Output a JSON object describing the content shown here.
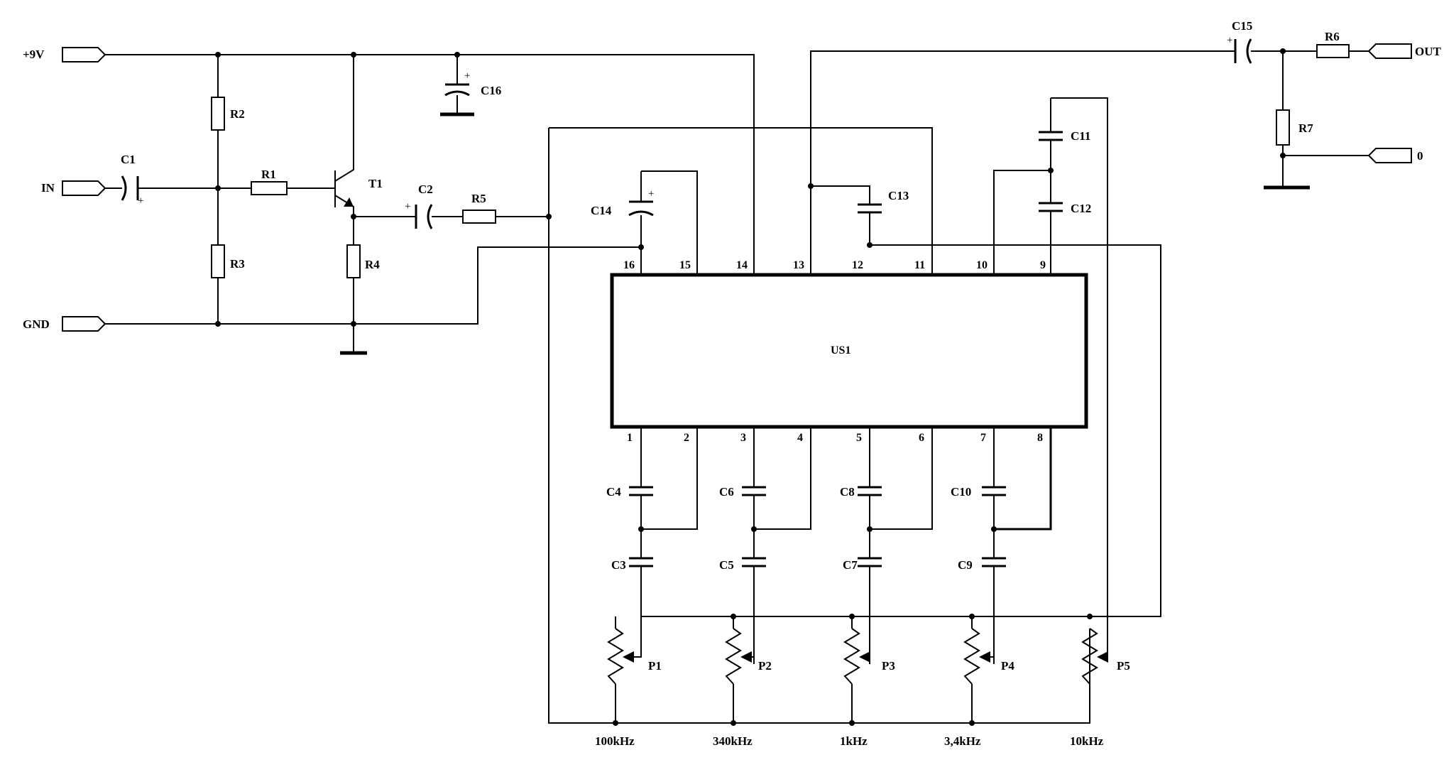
{
  "terminals": {
    "vcc": "+9V",
    "in": "IN",
    "gnd": "GND",
    "out": "OUT",
    "zero": "0"
  },
  "components": {
    "R1": "R1",
    "R2": "R2",
    "R3": "R3",
    "R4": "R4",
    "R5": "R5",
    "R6": "R6",
    "R7": "R7",
    "C1": "C1",
    "C2": "C2",
    "C3": "C3",
    "C4": "C4",
    "C5": "C5",
    "C6": "C6",
    "C7": "C7",
    "C8": "C8",
    "C9": "C9",
    "C10": "C10",
    "C11": "C11",
    "C12": "C12",
    "C13": "C13",
    "C14": "C14",
    "C15": "C15",
    "C16": "C16",
    "T1": "T1",
    "US1": "US1",
    "P1": "P1",
    "P2": "P2",
    "P3": "P3",
    "P4": "P4",
    "P5": "P5"
  },
  "polarity": "+",
  "ic_pins": {
    "top": [
      "16",
      "15",
      "14",
      "13",
      "12",
      "11",
      "10",
      "9"
    ],
    "bottom": [
      "1",
      "2",
      "3",
      "4",
      "5",
      "6",
      "7",
      "8"
    ]
  },
  "frequencies": [
    "100kHz",
    "340kHz",
    "1kHz",
    "3,4kHz",
    "10kHz"
  ]
}
